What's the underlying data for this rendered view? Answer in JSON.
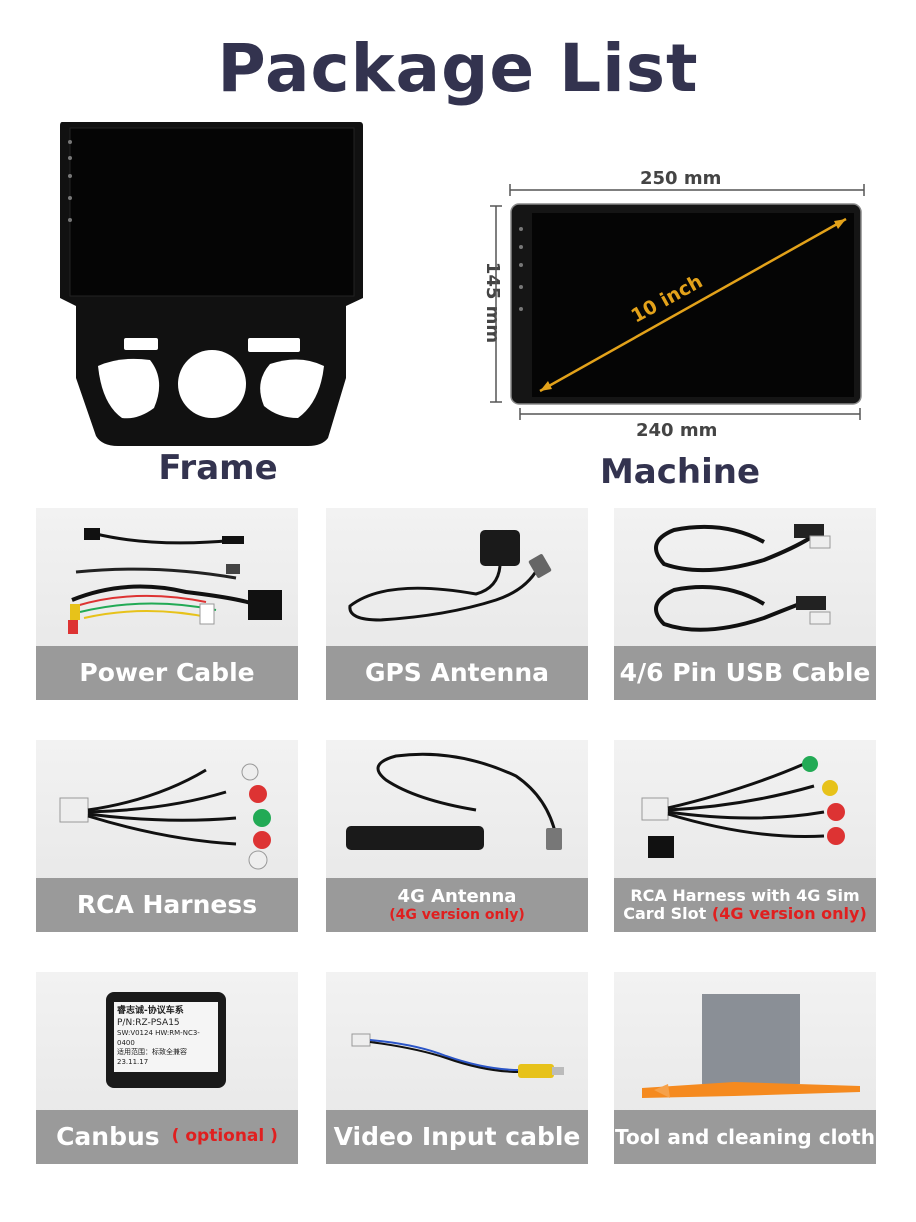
{
  "title": "Package List",
  "frame_label": "Frame",
  "machine_label": "Machine",
  "dimensions": {
    "width_top": "250 mm",
    "width_bottom": "240 mm",
    "height": "145 mm",
    "diagonal": "10 inch"
  },
  "items": [
    {
      "label": "Power Cable"
    },
    {
      "label": "GPS Antenna"
    },
    {
      "label": "4/6 Pin USB Cable"
    },
    {
      "label": "RCA Harness"
    },
    {
      "label": "4G Antenna",
      "note": "(4G version only)"
    },
    {
      "label_line1": "RCA Harness with 4G Sim",
      "label_line2": "Card Slot",
      "note": "(4G version only)"
    },
    {
      "label": "Canbus",
      "note": "( optional )"
    },
    {
      "label": "Video Input cable"
    },
    {
      "label": "Tool and cleaning cloth"
    }
  ],
  "canbus_box": {
    "line1": "睿志诚-协议车系",
    "line2": "P/N:RZ-PSA15",
    "line3": "SW:V0124  HW:RM-NC3-0400",
    "line4": "适用范围：标致全兼容  23.11.17"
  },
  "colors": {
    "title": "#33334f",
    "bar": "#9a9a9a",
    "accent_red": "#e01f1f",
    "diagonal": "#e3a21a"
  }
}
